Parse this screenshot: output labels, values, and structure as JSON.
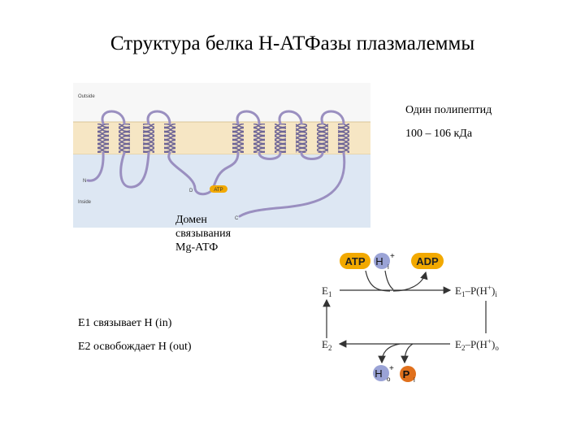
{
  "title": "Структура белка H-АТФазы плазмалеммы",
  "membrane_figure": {
    "outside_label": "Outside",
    "inside_label": "Inside",
    "n_label": "N",
    "d_label": "D",
    "c_label": "C",
    "atp_badge": "ATP"
  },
  "info": {
    "line1": "Один полипептид",
    "line2": "100 – 106 кДа"
  },
  "domain_label": {
    "line1": "Домен",
    "line2": "связывания",
    "line3": "Mg-АТФ"
  },
  "notes": {
    "e1": "E1 связывает H (in)",
    "e2": "E2 освобождает H (out)"
  },
  "cycle": {
    "atp": "ATP",
    "adp": "ADP",
    "h": "H",
    "plus": "+",
    "sub_i": "i",
    "sub_o": "o",
    "p": "P",
    "e1": "E",
    "e1_sub": "1",
    "e1p": "E",
    "e1p_sub": "1",
    "e1p_tail": "–P(H",
    "e1p_end": ")",
    "e2": "E",
    "e2_sub": "2",
    "e2p": "E",
    "e2p_sub": "2",
    "e2p_tail": "–P(H",
    "e2p_end": ")",
    "colors": {
      "atp": "#f2a900",
      "adp": "#f2a900",
      "h": "#9aa3d6",
      "p": "#e0701c",
      "membrane": "#f6e6c4",
      "inside": "#dde7f3",
      "chain": "#9a8fc0"
    }
  }
}
